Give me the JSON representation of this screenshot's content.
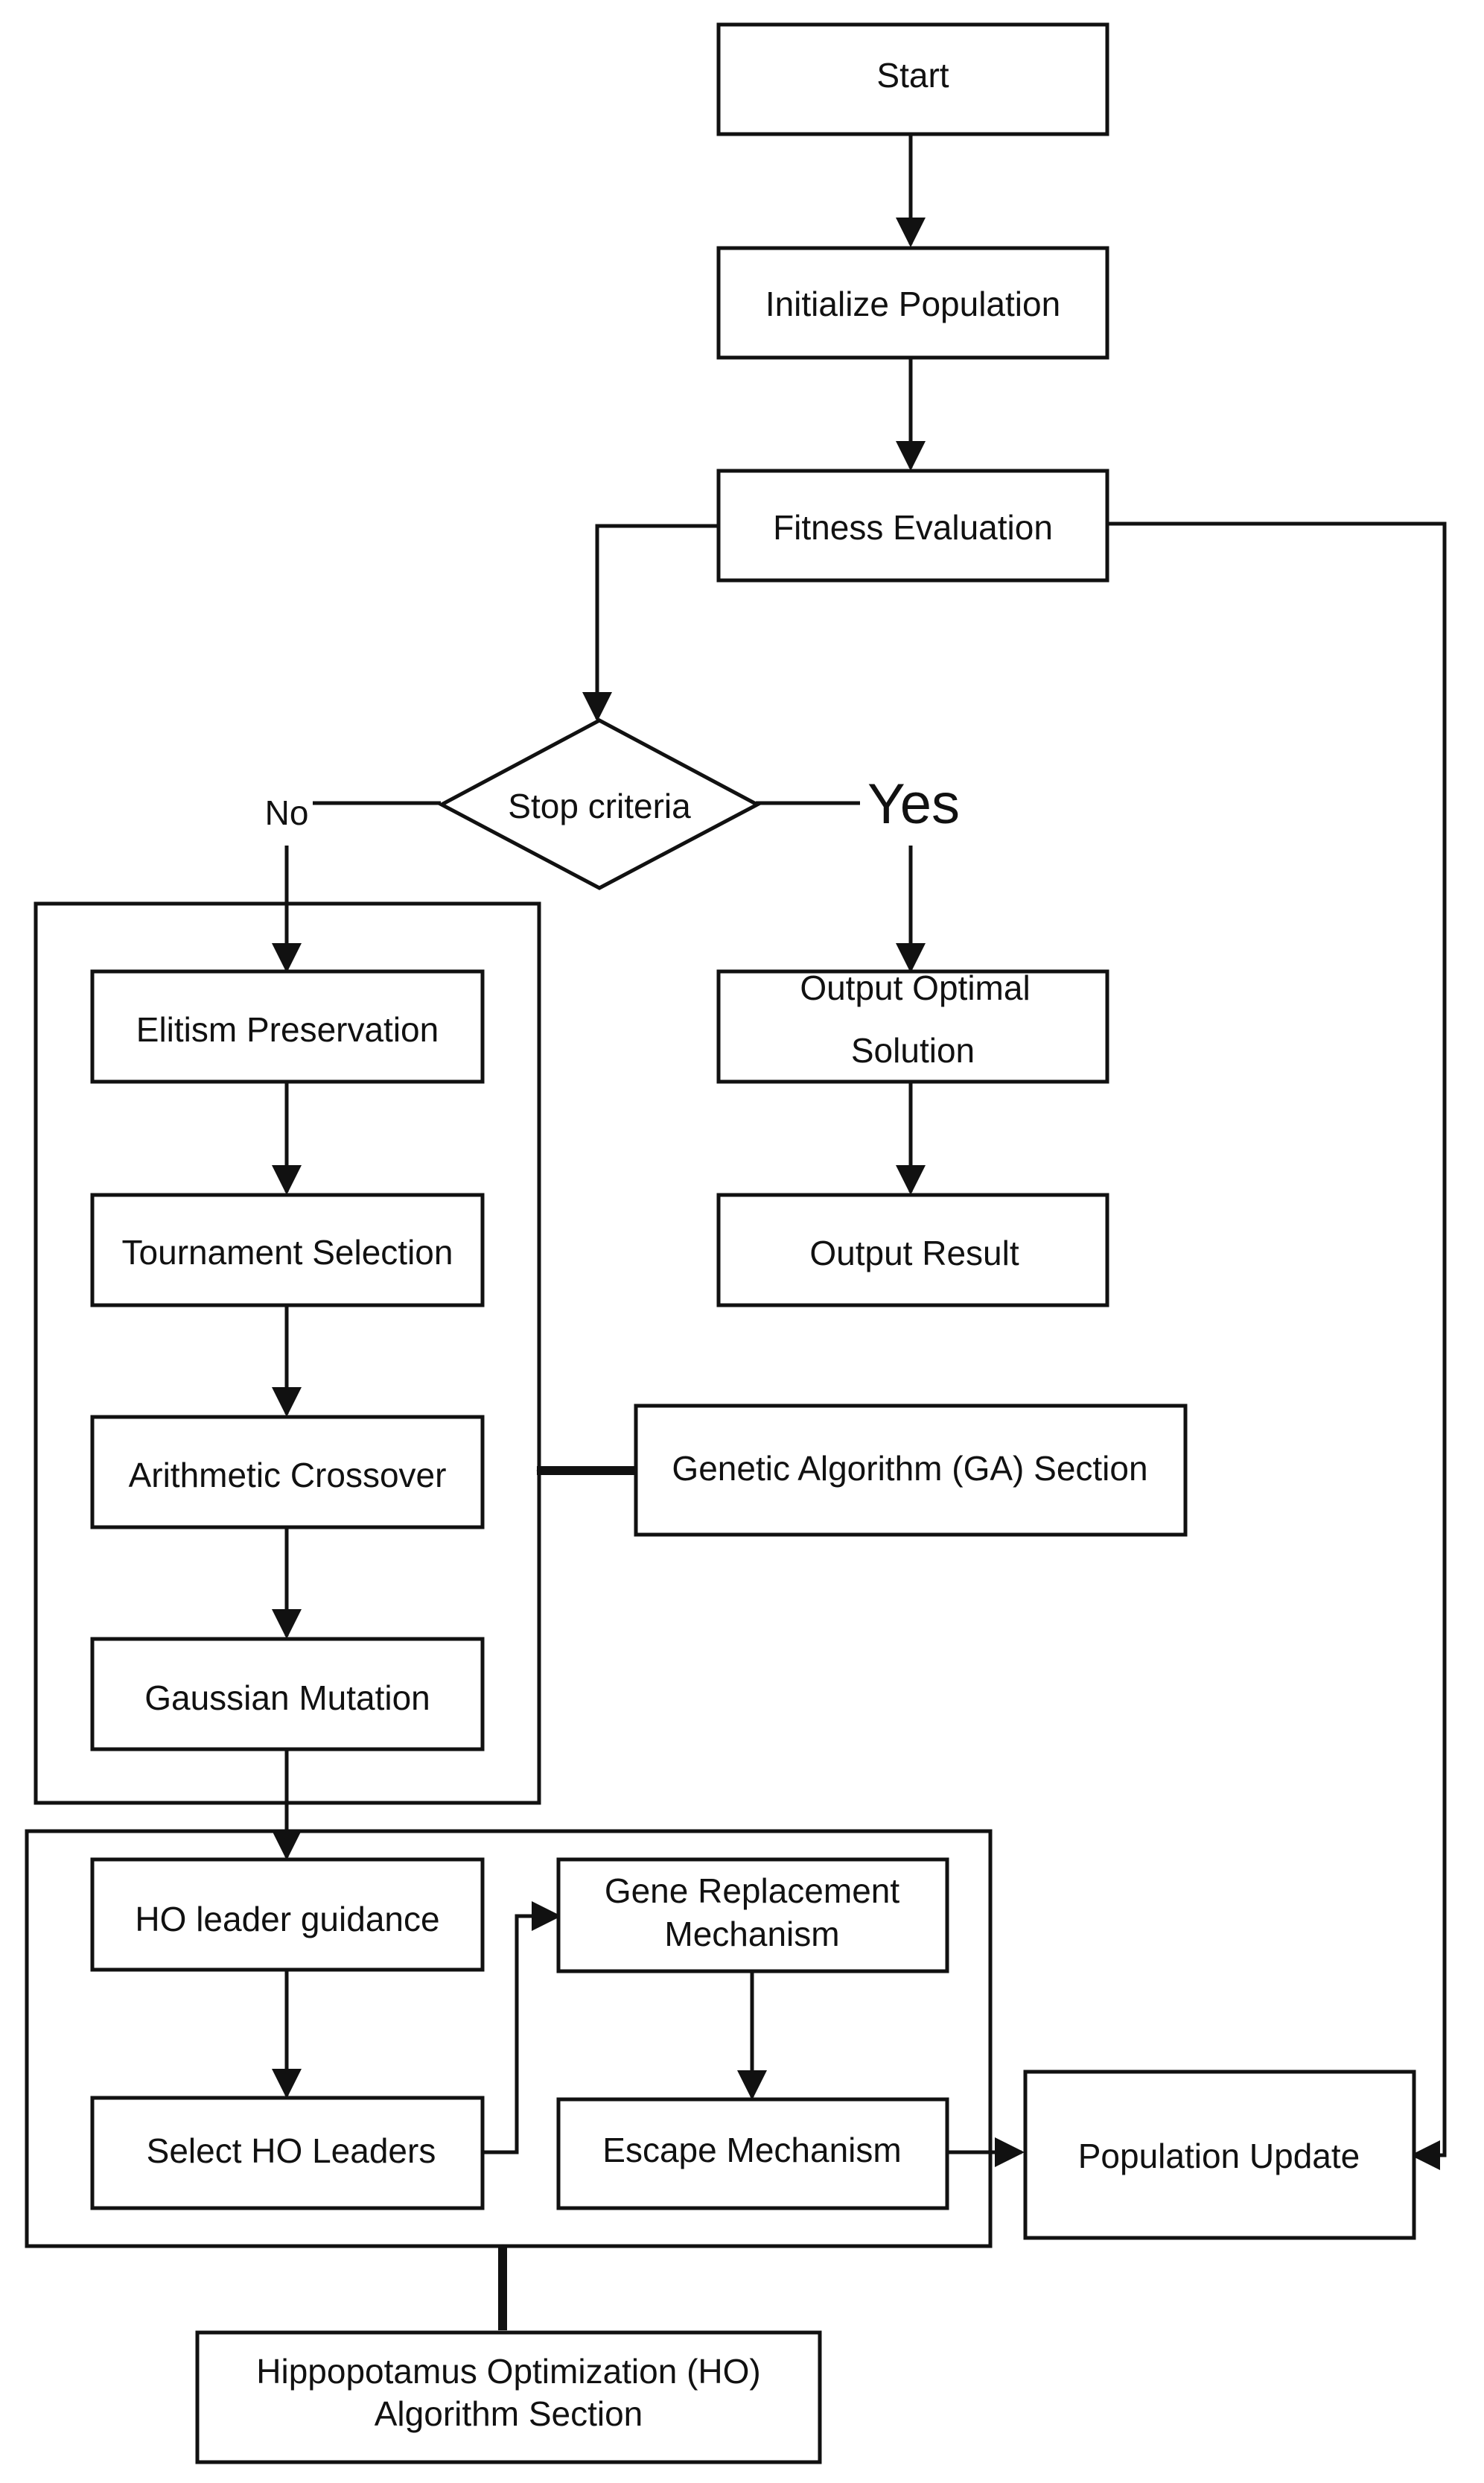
{
  "nodes": {
    "start": "Start",
    "init": "Initialize Population",
    "fitness": "Fitness Evaluation",
    "stop": "Stop criteria",
    "no": "No",
    "yes": "Yes",
    "output_optimal_1": "Output Optimal",
    "output_optimal_2": "Solution",
    "output_result": "Output Result",
    "elitism": "Elitism Preservation",
    "tournament": "Tournament Selection",
    "crossover": "Arithmetic Crossover",
    "mutation": "Gaussian Mutation",
    "ga_section": "Genetic Algorithm (GA) Section",
    "ho_leader_guidance": "HO leader guidance",
    "select_ho_leaders": "Select HO Leaders",
    "gene_replacement_1": "Gene Replacement",
    "gene_replacement_2": "Mechanism",
    "escape": "Escape Mechanism",
    "population_update": "Population Update",
    "ho_section_1": "Hippopotamus Optimization (HO)",
    "ho_section_2": "Algorithm Section"
  }
}
